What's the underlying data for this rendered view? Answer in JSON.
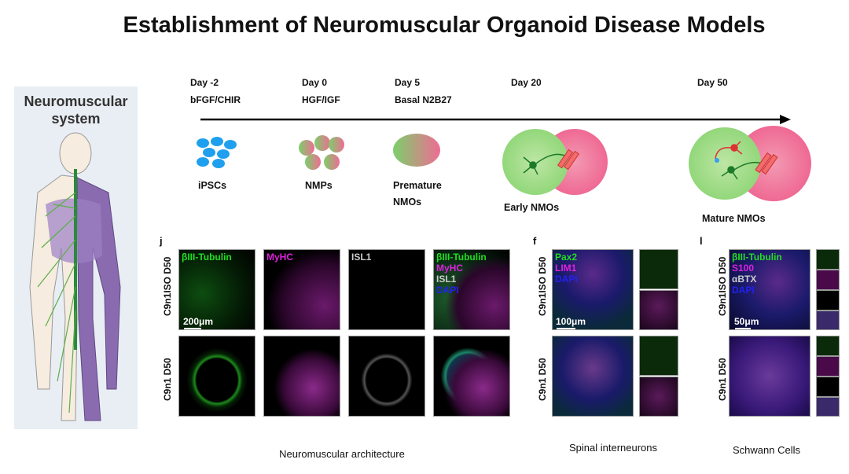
{
  "title": "Establishment of Neuromuscular Organoid Disease Models",
  "body_panel": {
    "title_line1": "Neuromuscular",
    "title_line2": "system"
  },
  "timeline": [
    {
      "day": "Day -2",
      "factor": "bFGF/CHIR",
      "stage": "iPSCs"
    },
    {
      "day": "Day 0",
      "factor": "HGF/IGF",
      "stage": "NMPs"
    },
    {
      "day": "Day 5",
      "factor": "Basal N2B27",
      "stage": "Premature",
      "stage2": "NMOs"
    },
    {
      "day": "Day 20",
      "stage": "Early NMOs"
    },
    {
      "day": "Day 50",
      "stage": "Mature NMOs"
    }
  ],
  "panel_j": {
    "letter": "j",
    "rows": [
      "C9n1ISO D50",
      "C9n1 D50"
    ],
    "channels": [
      "βIII-Tubulin",
      "MyHC",
      "ISL1"
    ],
    "merge": [
      "βIII-Tubulin",
      "MyHC",
      "ISL1",
      "DAPI"
    ],
    "scale": "200μm",
    "caption": "Neuromuscular architecture"
  },
  "panel_f": {
    "letter": "f",
    "rows": [
      "C9n1ISO D50",
      "C9n1 D50"
    ],
    "merge": [
      "Pax2",
      "LIM1",
      "DAPI"
    ],
    "scale": "100μm",
    "caption": "Spinal interneurons"
  },
  "panel_l": {
    "letter": "l",
    "rows": [
      "C9n1ISO D50",
      "C9n1 D50"
    ],
    "merge": [
      "βIII-Tubulin",
      "S100",
      "αBTX",
      "DAPI"
    ],
    "scale": "50μm",
    "caption": "Schwann Cells"
  },
  "colors": {
    "green": "#22dd22",
    "magenta": "#dd22dd",
    "gray": "#cccccc",
    "blue": "#2222ee"
  }
}
